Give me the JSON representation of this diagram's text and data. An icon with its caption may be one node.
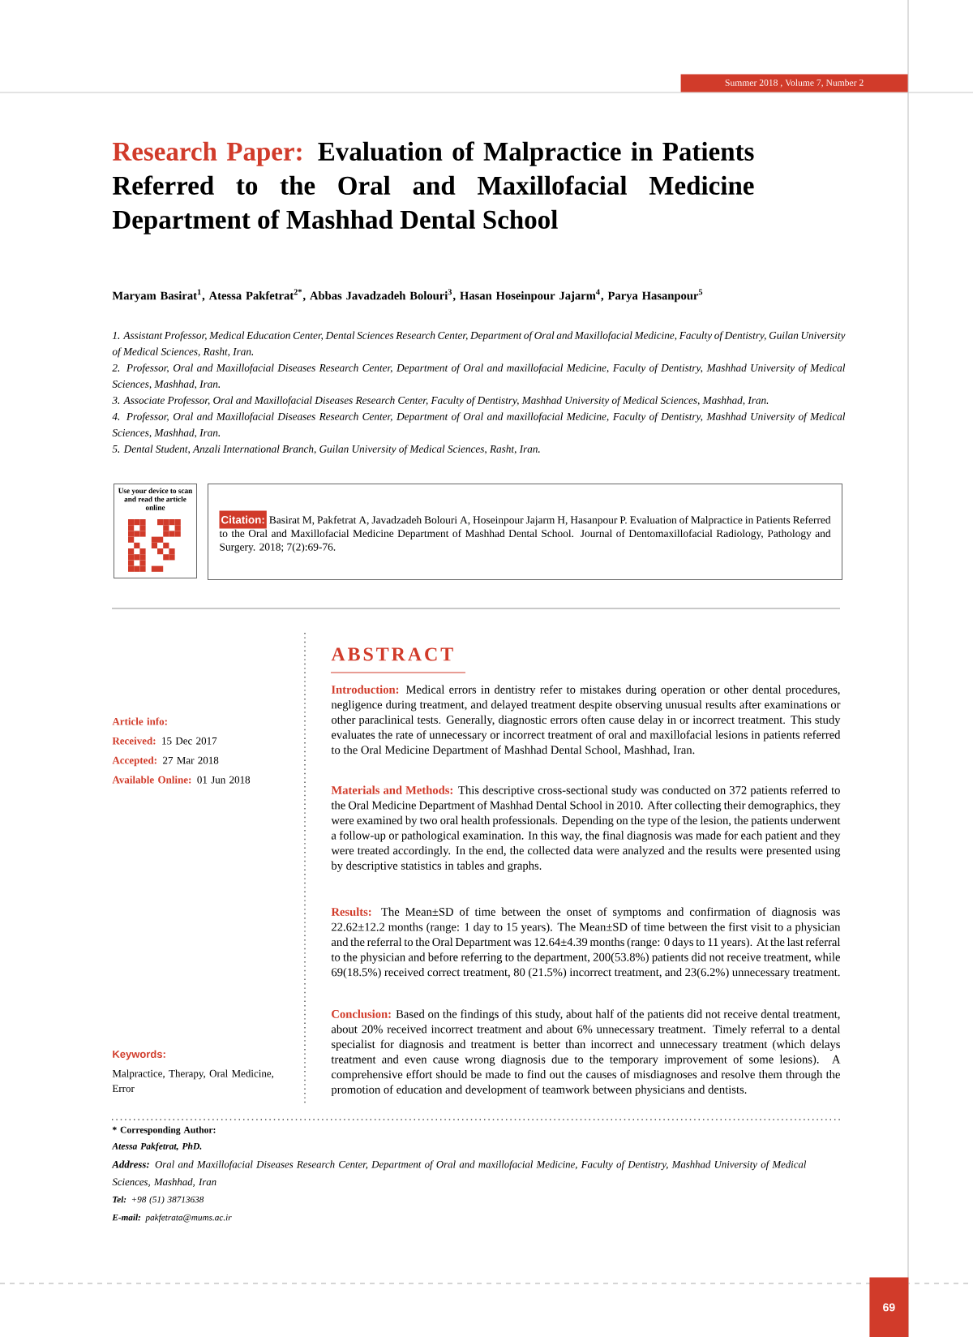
{
  "diagram": {
    "title": "Evaluation of Malpractice in Patients Referred to the Oral and Maxillofacial Medicine Department of Mashhad Dental School",
    "nodes": [
      {
        "text": [
          "Summer 2018 , Volume 7, Number 2"
        ]
      },
      {
        "text": [
          "Use your device to scan and read the article online"
        ]
      },
      {
        "text": [
          "Citation:",
          "Basirat M, Pakfetrat A, Javadzadeh Bolouri A, Hoseinpour Jajarm H, Hasanpour P. Evaluation of Malpractice in Patients Referred to the Oral and Maxillofacial Medicine Department of Mashhad Dental School. Journal of Dentomaxillofacial Radiology, Pathology and Surgery. 2018; 7(2):69-76."
        ]
      },
      {
        "text": [
          "69"
        ]
      }
    ],
    "labels": [
      "Research Paper:",
      "Maryam Basirat$^{1}$, Atessa Pakfetrat$^{2*}$, Abbas Javadzadeh Bolouri$^{3}$, Hasan Hoseinpour Jajarm$^{4}$, Parya Hasanpour$^{5}$",
      "1. Assistant Professor, Medical Education Center, Dental Sciences Research Center, Department of Oral and Maxillofacial Medicine, Faculty of Dentistry, Guilan University of Medical Sciences, Rasht, Iran.",
      "2. Professor, Oral and Maxillofacial Diseases Research Center, Department of Oral and maxillofacial Medicine, Faculty of Dentistry, Mashhad University of Medical Sciences, Mashhad, Iran.",
      "3. Associate Professor, Oral and Maxillofacial Diseases Research Center, Faculty of Dentistry, Mashhad University of Medical Sciences, Mashhad, Iran.",
      "4. Professor, Oral and Maxillofacial Diseases Research Center, Department of Oral and maxillofacial Medicine, Faculty of Dentistry, Mashhad University of Medical Sciences, Mashhad, Iran.",
      "5. Dental Student, Anzali International Branch, Guilan University of Medical Sciences, Rasht, Iran.",
      "Article info:",
      "Received:",
      "15 Dec 2017",
      "Accepted:",
      "27 Mar 2018",
      "Available Online:",
      "01 Jun 2018",
      "Keywords:",
      "Malpractice, Therapy, Oral Medicine, Error",
      "ABSTRACT",
      "Introduction:",
      "Medical errors in dentistry refer to mistakes during operation or other dental procedures, negligence during treatment, and delayed treatment despite observing unusual results after examinations or other paraclinical tests. Generally, diagnostic errors often cause delay in or incorrect treatment. This study evaluates the rate of unnecessary or incorrect treatment of oral and maxillofacial lesions in patients referred to the Oral Medicine Department of Mashhad Dental School, Mashhad, Iran.",
      "Materials and Methods:",
      "This descriptive cross-sectional study was conducted on 372 patients referred to the Oral Medicine Department of Mashhad Dental School in 2010. After collecting their demographics, they were examined by two oral health professionals. Depending on the type of the lesion, the patients underwent a follow-up or pathological examination. In this way, the final diagnosis was made for each patient and they were treated accordingly. In the end, the collected data were analyzed and the results were presented using by descriptive statistics in tables and graphs.",
      "Results:",
      "The Mean±SD of time between the onset of symptoms and confirmation of diagnosis was 22.62±12.2 months (range: 1 day to 15 years). The Mean±SD of time between the first visit to a physician and the referral to the Oral Department was 12.64±4.39 months (range: 0 days to 11 years). At the last referral to the physician and before referring to the department, 200(53.8%) patients did not receive treatment, while 69(18.5%) received correct treatment, 80 (21.5%) incorrect treatment, and 23(6.2%) unnecessary treatment.",
      "Conclusion:",
      "Based on the findings of this study, about half of the patients did not receive dental treatment, about 20% received incorrect treatment and about 6% unnecessary treatment. Timely referral to a dental specialist for diagnosis and treatment is better than incorrect and unnecessary treatment (which delays treatment and even cause wrong diagnosis due to the temporary improvement of some lesions). A comprehensive effort should be made to find out the causes of misdiagnoses and resolve them through the promotion of education and development of teamwork between physicians and dentists.",
      "* Corresponding Author:",
      "Atessa Pakfetrat, PhD.",
      "**Address:** Oral and Maxillofacial Diseases Research Center, Department of Oral and maxillofacial Medicine, Faculty of Dentistry, Mashhad University of Medical Sciences, Mashhad, Iran",
      "**Tel:** +98 (51) 38713638",
      "**E-mail:** pakfetrata@mums.ac.ir"
    ]
  }
}
